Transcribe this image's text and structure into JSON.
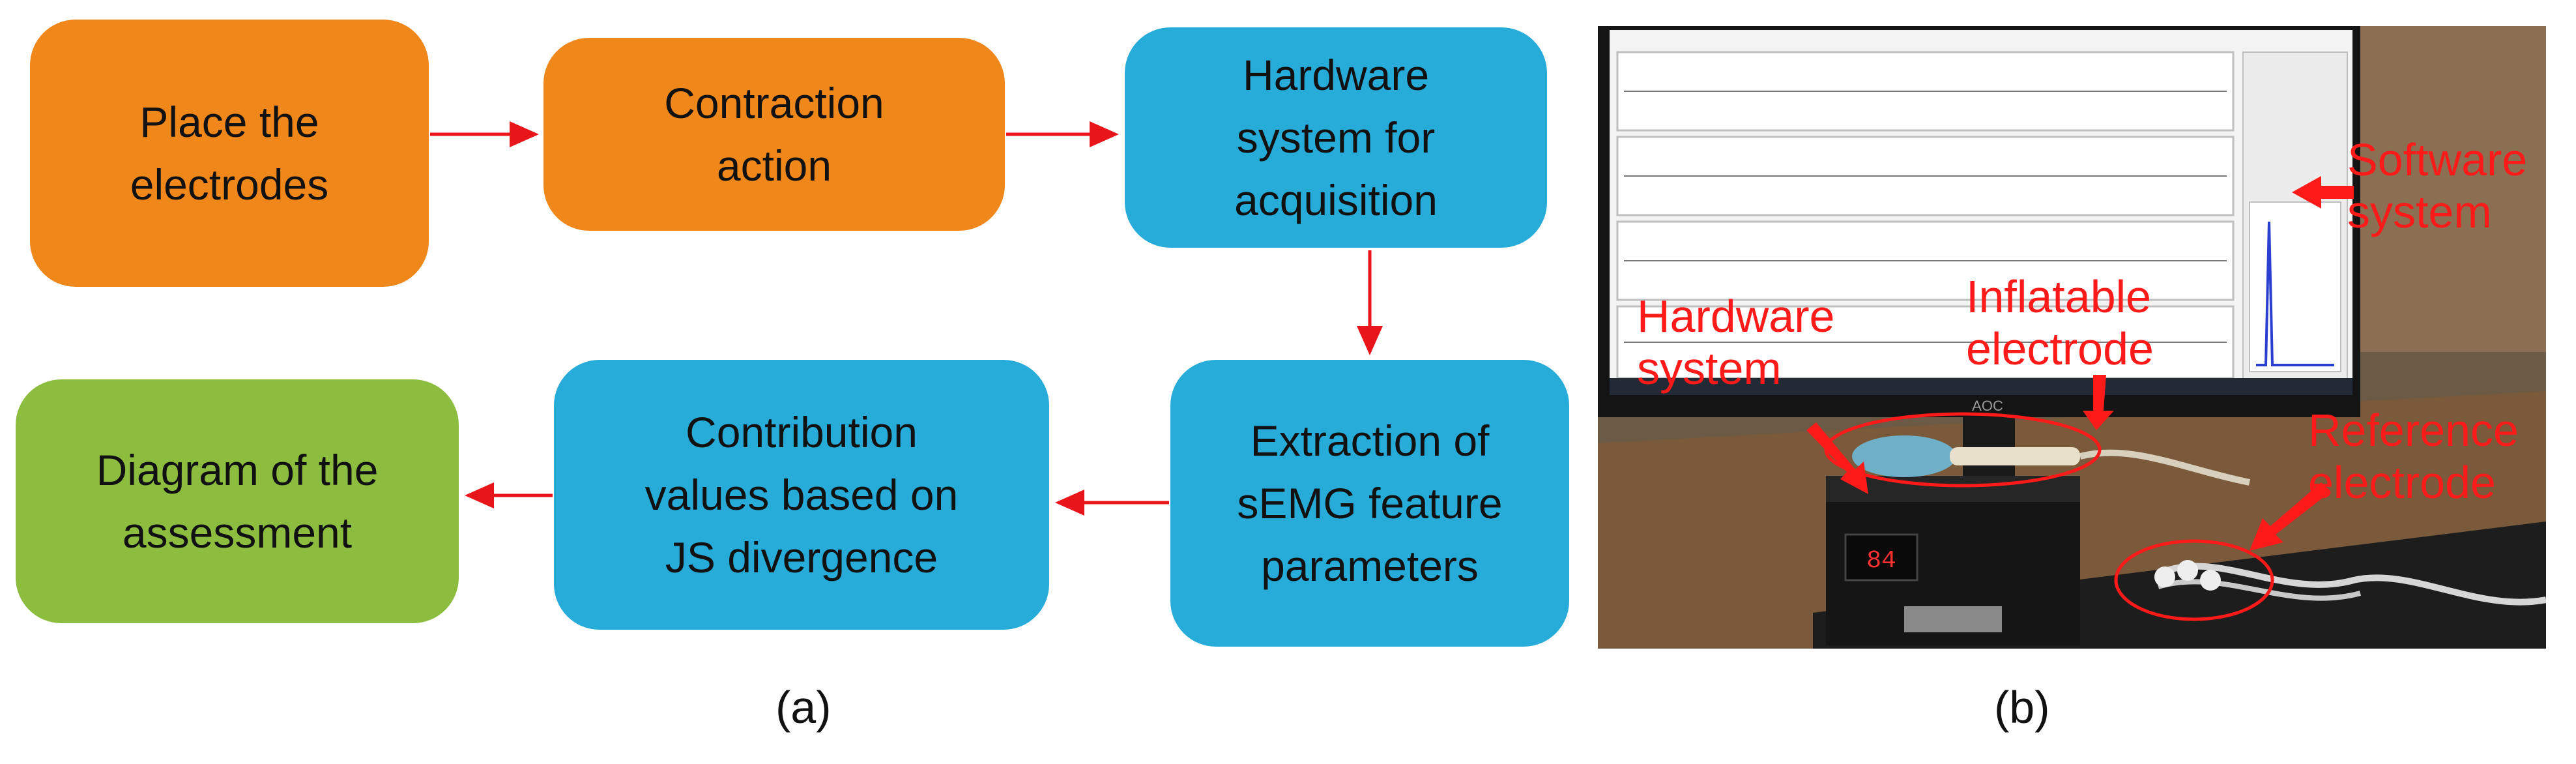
{
  "flowchart": {
    "nodes": {
      "place": "Place the\nelectrodes",
      "contraction": "Contraction\naction",
      "hardware": "Hardware\nsystem for\nacquisition",
      "extraction": "Extraction of\nsEMG feature\nparameters",
      "contribution": "Contribution\nvalues based on\nJS divergence",
      "diagram": "Diagram of the\nassessment"
    },
    "colors": {
      "orange": "#f0871a",
      "blue": "#27acd9",
      "green": "#8cbd3f",
      "arrow": "#e8161b"
    }
  },
  "photo": {
    "labels": {
      "software": "Software\nsystem",
      "hardware": "Hardware\nsystem",
      "inflatable": "Inflatable\nelectrode",
      "reference": "Reference\nelectrode"
    },
    "monitor_brand": "AOC",
    "device_readout": "84"
  },
  "captions": {
    "a": "(a)",
    "b": "(b)"
  }
}
